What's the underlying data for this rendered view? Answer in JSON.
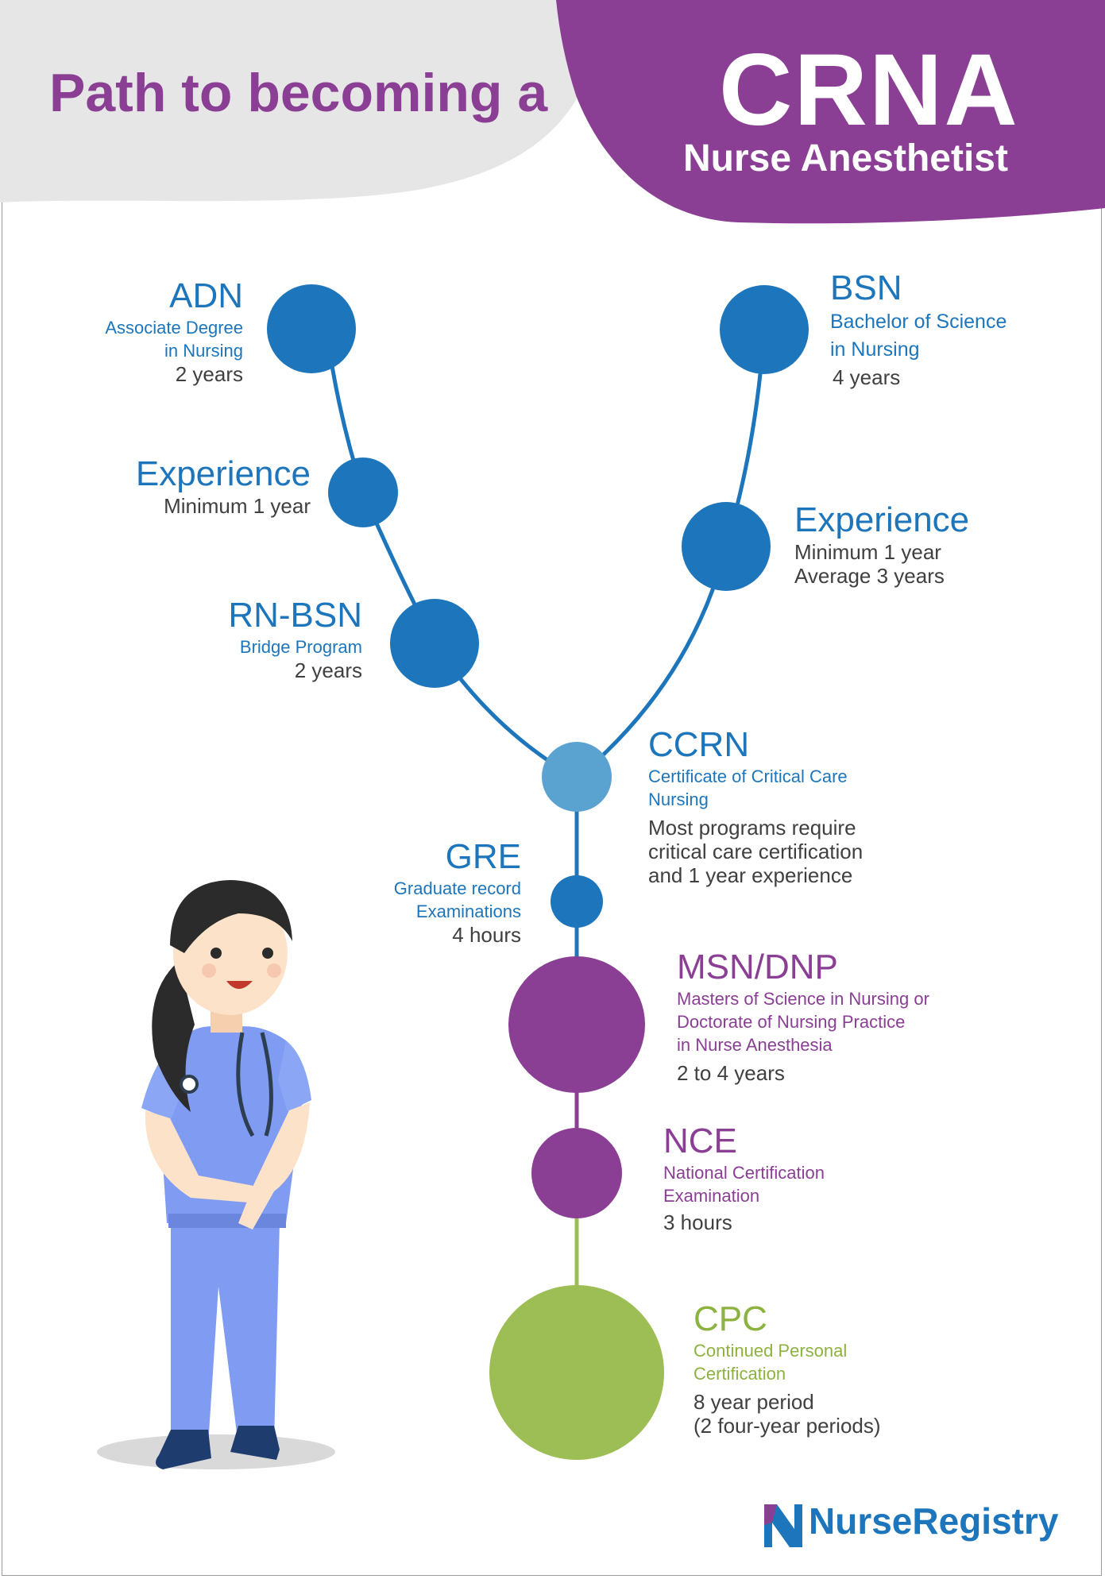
{
  "header": {
    "lead": "Path to becoming a",
    "title": "CRNA",
    "subtitle": "Nurse Anesthetist"
  },
  "colors": {
    "purple": "#8a3e94",
    "blue": "#1d76bb",
    "light_blue": "#5aa3d0",
    "green": "#9dbe54",
    "header_gray": "#e6e6e6"
  },
  "steps": [
    {
      "id": "adn",
      "title": "ADN",
      "desc": [
        "Associate Degree",
        "in Nursing"
      ],
      "duration": [
        "2 years"
      ]
    },
    {
      "id": "exp-left",
      "title": "Experience",
      "desc": [],
      "duration": [
        "Minimum 1 year"
      ]
    },
    {
      "id": "rn-bsn",
      "title": "RN-BSN",
      "desc": [
        "Bridge Program"
      ],
      "duration": [
        "2 years"
      ]
    },
    {
      "id": "bsn",
      "title": "BSN",
      "desc": [
        "Bachelor of Science",
        "in Nursing"
      ],
      "duration": [
        "4 years"
      ]
    },
    {
      "id": "exp-right",
      "title": "Experience",
      "desc": [],
      "duration": [
        "Minimum 1 year",
        "Average 3 years"
      ]
    },
    {
      "id": "ccrn",
      "title": "CCRN",
      "desc": [
        "Certificate of Critical Care",
        "Nursing"
      ],
      "duration": [
        "Most programs require",
        "critical care certification",
        "and 1 year  experience"
      ]
    },
    {
      "id": "gre",
      "title": "GRE",
      "desc": [
        "Graduate record",
        "Examinations"
      ],
      "duration": [
        "4 hours"
      ]
    },
    {
      "id": "msn-dnp",
      "title": "MSN/DNP",
      "desc": [
        "Masters of Science in Nursing or",
        "Doctorate of Nursing Practice",
        "in Nurse Anesthesia"
      ],
      "duration": [
        "2 to 4 years"
      ]
    },
    {
      "id": "nce",
      "title": "NCE",
      "desc": [
        "National Certification",
        "Examination"
      ],
      "duration": [
        "3 hours"
      ]
    },
    {
      "id": "cpc",
      "title": "CPC",
      "desc": [
        "Continued Personal",
        "Certification"
      ],
      "duration": [
        "8 year period",
        "(2 four-year periods)"
      ]
    }
  ],
  "brand": {
    "name": "NurseRegistry",
    "icon": "nurseregistry-logo-icon"
  },
  "illustration": {
    "icon": "nurse-with-stethoscope-illustration"
  }
}
